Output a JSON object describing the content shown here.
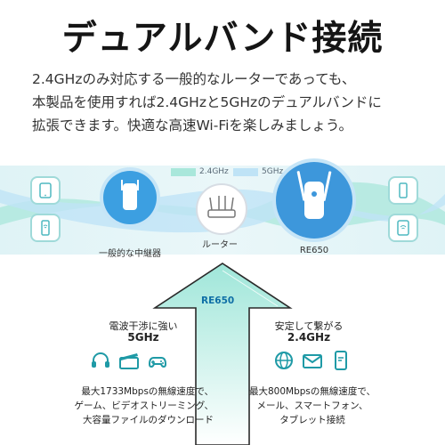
{
  "title": "デュアルバンド接続",
  "description": {
    "line1": "2.4GHzのみ対応する一般的なルーターであっても、",
    "line2": "本製品を使用すれば2.4GHzと5GHzのデュアルバンドに",
    "line3": "拡張できます。快適な高速Wi-Fiを楽しみましょう。"
  },
  "legend": [
    {
      "label": "2.4GHz",
      "color": "#a9e7db"
    },
    {
      "label": "5GHz",
      "color": "#bfe3f6"
    }
  ],
  "nodes": {
    "extender_label": "一般的な中継器",
    "router_label": "ルーター",
    "re650_label": "RE650"
  },
  "arrow_badge": "RE650",
  "left_feature": {
    "title_line1": "電波干渉に強い",
    "title_line2": "5GHz",
    "icons": [
      "headset-icon",
      "clapperboard-icon",
      "gamepad-icon"
    ],
    "text_line1": "最大1733Mbpsの無線速度で、",
    "text_line2": "ゲーム、ビデオストリーミング、",
    "text_line3": "大容量ファイルのダウンロード"
  },
  "right_feature": {
    "title_line1": "安定して繋がる",
    "title_line2": "2.4GHz",
    "icons": [
      "globe-icon",
      "mail-icon",
      "phone-chat-icon"
    ],
    "text_line1": "最大800Mbpsの無線速度で、",
    "text_line2": "メール、スマートフォン、",
    "text_line3": "タブレット接続"
  },
  "colors": {
    "accent_blue": "#3d97db",
    "band_teal": "#a9e7db",
    "band_blue": "#bfe3f6",
    "arrow_teal": "#bdeee3"
  }
}
